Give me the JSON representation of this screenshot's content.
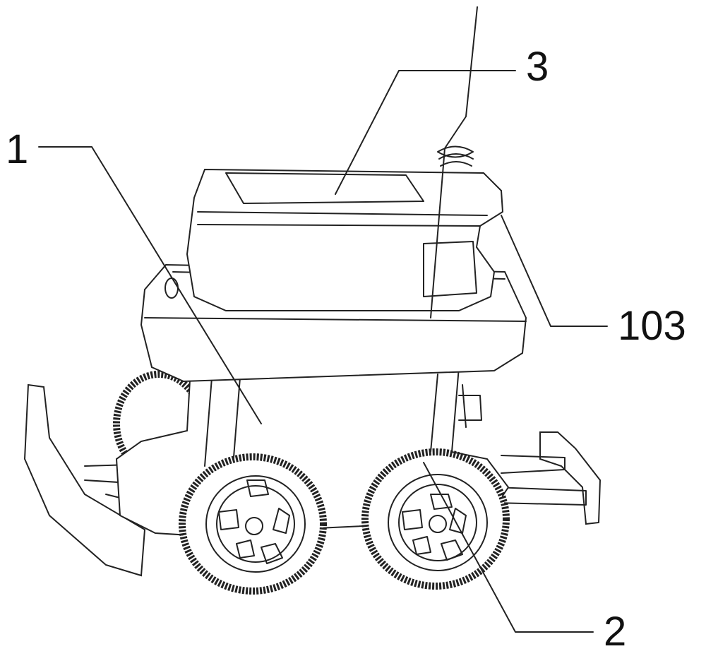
{
  "figure": {
    "labels": {
      "body": "1",
      "wheel": "2",
      "tank": "3",
      "handle": "103"
    },
    "stroke_color": "#222222",
    "background_color": "#ffffff"
  }
}
